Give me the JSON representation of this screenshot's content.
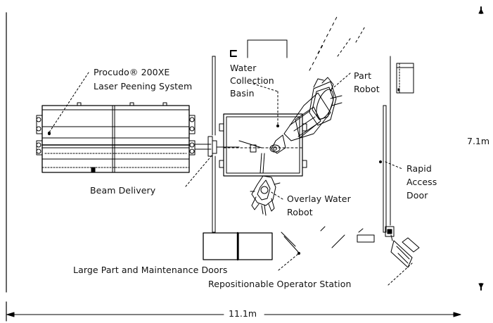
{
  "labels": {
    "laser_system_line1": "Procudo® 200XE",
    "laser_system_line2": "Laser Peening System",
    "water_basin_line1": "Water",
    "water_basin_line2": "Collection",
    "water_basin_line3": "Basin",
    "part_robot_line1": "Part",
    "part_robot_line2": "Robot",
    "rapid_door_line1": "Rapid",
    "rapid_door_line2": "Access",
    "rapid_door_line3": "Door",
    "beam_delivery": "Beam Delivery",
    "overlay_robot_line1": "Overlay Water",
    "overlay_robot_line2": "Robot",
    "large_doors": "Large Part and Maintenance Doors",
    "operator_station": "Repositionable Operator Station"
  },
  "dimensions": {
    "width": "11.1m",
    "height": "7.1m"
  }
}
